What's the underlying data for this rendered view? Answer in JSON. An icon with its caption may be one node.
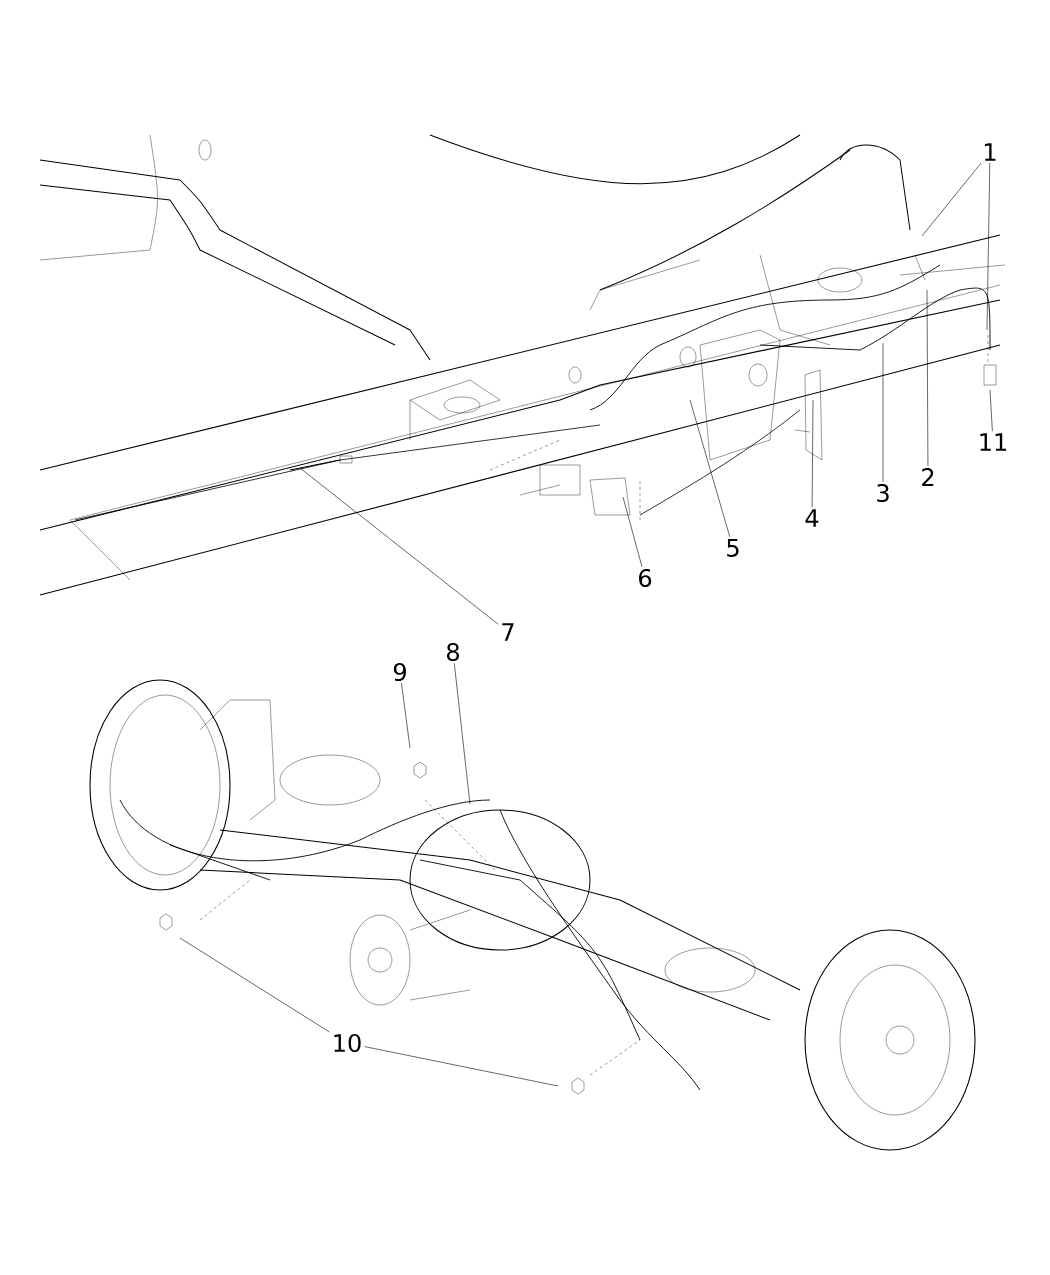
{
  "diagram": {
    "nodes": [
      {
        "text": [
          "1"
        ]
      },
      {
        "text": [
          "2"
        ]
      },
      {
        "text": [
          "3"
        ]
      },
      {
        "text": [
          "4"
        ]
      },
      {
        "text": [
          "5"
        ]
      },
      {
        "text": [
          "6"
        ]
      },
      {
        "text": [
          "7"
        ]
      },
      {
        "text": [
          "8"
        ]
      },
      {
        "text": [
          "9"
        ]
      },
      {
        "text": [
          "10"
        ]
      },
      {
        "text": [
          "11"
        ]
      }
    ],
    "edges": [
      {
        "from": 0,
        "to": null,
        "arrow": "none"
      },
      {
        "from": 0,
        "to": null,
        "arrow": "none"
      },
      {
        "from": 1,
        "to": null,
        "arrow": "none"
      },
      {
        "from": 2,
        "to": null,
        "arrow": "none"
      },
      {
        "from": 3,
        "to": null,
        "arrow": "none"
      },
      {
        "from": 4,
        "to": null,
        "arrow": "none"
      },
      {
        "from": 5,
        "to": null,
        "arrow": "none"
      },
      {
        "from": 6,
        "to": null,
        "arrow": "none"
      },
      {
        "from": 7,
        "to": null,
        "arrow": "none"
      },
      {
        "from": 8,
        "to": null,
        "arrow": "none"
      },
      {
        "from": 9,
        "to": null,
        "arrow": "none"
      },
      {
        "from": 9,
        "to": null,
        "arrow": "none"
      },
      {
        "from": 10,
        "to": null,
        "arrow": "none"
      }
    ]
  }
}
